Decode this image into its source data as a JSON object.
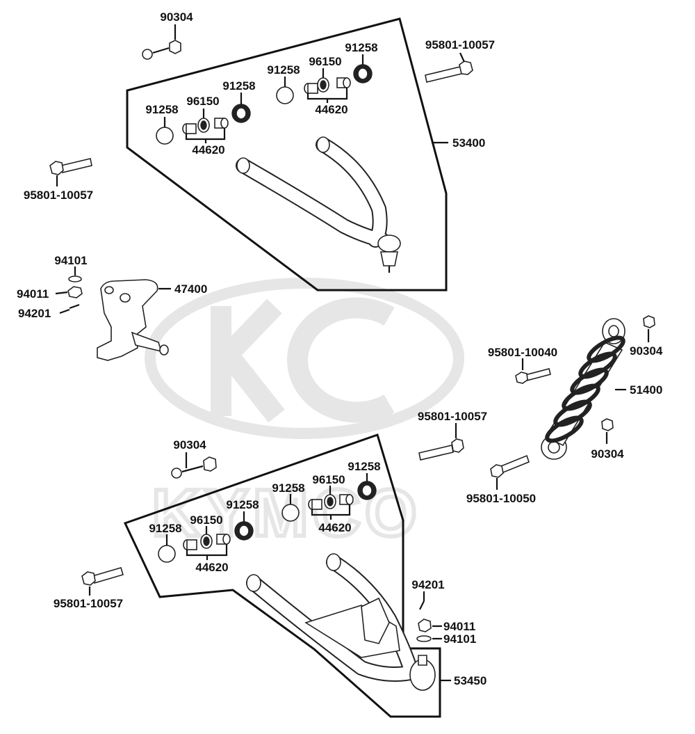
{
  "diagram": {
    "watermark": "KYMCO",
    "labels": {
      "nut_top": "90304",
      "bolt_top_right": "95801-10057",
      "washer_a_left": "91258",
      "bushing_a_left": "96150",
      "washer_b_left": "91258",
      "collar_left": "44620",
      "washer_a_right": "91258",
      "bushing_a_right": "96150",
      "washer_b_right": "91258",
      "collar_right": "44620",
      "upper_arm": "53400",
      "bolt_upper_left": "95801-10057",
      "washer_knuckle": "94101",
      "castle_nut_knuckle": "94011",
      "cotter_pin_knuckle": "94201",
      "knuckle": "47400",
      "nut_shock_top": "90304",
      "bolt_shock": "95801-10040",
      "shock_absorber": "51400",
      "bolt_mid_right": "95801-10057",
      "nut_shock_bottom": "90304",
      "bolt_lower_shock": "95801-10050",
      "nut_lower_left": "90304",
      "washer_c_left": "91258",
      "bushing_c_left": "96150",
      "washer_d_left": "91258",
      "collar_lower_left": "44620",
      "washer_c_right": "91258",
      "bushing_c_right": "96150",
      "washer_d_right": "91258",
      "collar_lower_right": "44620",
      "bolt_lower_left": "95801-10057",
      "cotter_pin_lower": "94201",
      "castle_nut_lower": "94011",
      "washer_lower": "94101",
      "lower_arm": "53450"
    }
  }
}
